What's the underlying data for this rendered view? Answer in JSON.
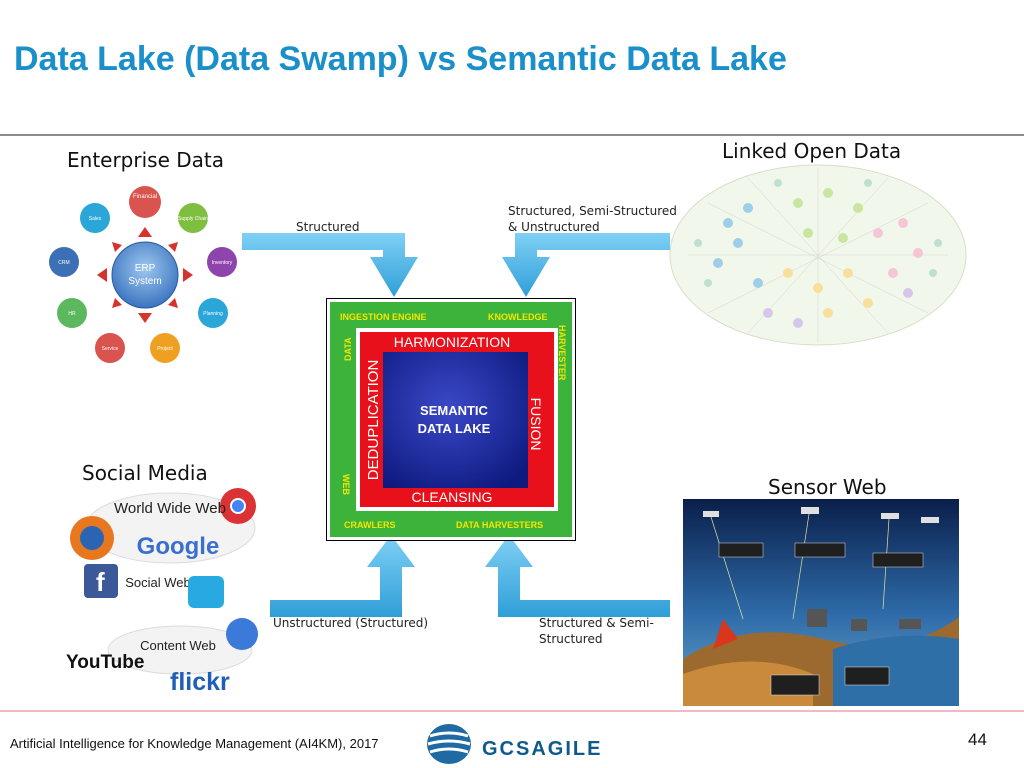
{
  "slide": {
    "title": "Data Lake (Data Swamp) vs Semantic Data Lake",
    "page_number": "44",
    "footer": "Artificial Intelligence for Knowledge Management (AI4KM), 2017",
    "brand": "GCSAGILE"
  },
  "sources": {
    "enterprise": "Enterprise Data",
    "linked_open_data": "Linked Open Data",
    "social_media": "Social Media",
    "sensor_web": "Sensor Web"
  },
  "enterprise_diagram": {
    "center": "ERP System",
    "center_line1": "ERP",
    "center_line2": "System",
    "nodes": [
      "Financial",
      "Supply Chain",
      "Inventory",
      "Planning",
      "Project",
      "Service",
      "HR",
      "CRM",
      "Sales"
    ]
  },
  "social_media_labels": {
    "world_wide_web": "World Wide Web",
    "google": "Google",
    "social_web": "Social Web",
    "content_web": "Content Web",
    "youtube": "YouTube",
    "flickr": "flickr"
  },
  "arrows": {
    "top_left": "Structured",
    "top_right_line1": "Structured, Semi-Structured",
    "top_right_line2": "& Unstructured",
    "bottom_left": "Unstructured (Structured)",
    "bottom_right_line1": "Structured & Semi-",
    "bottom_right_line2": "Structured"
  },
  "lake": {
    "top_left": "INGESTION ENGINE",
    "top_right": "KNOWLEDGE",
    "right_side": "HARVESTER",
    "left_top": "DATA",
    "left_bottom": "WEB",
    "bottom_left": "CRAWLERS",
    "bottom_right": "DATA HARVESTERS",
    "harmonization": "HARMONIZATION",
    "deduplication": "DEDUPLICATION",
    "fusion": "FUSION",
    "cleansing": "CLEANSING",
    "core_line1": "SEMANTIC",
    "core_line2": "DATA LAKE"
  },
  "colors": {
    "title": "#1a8fc9",
    "arrow": "#3fb0e6",
    "green": "#3cb33a",
    "red": "#e8101a",
    "core": "#1a2a9a",
    "label_yellow": "#f5e600"
  }
}
